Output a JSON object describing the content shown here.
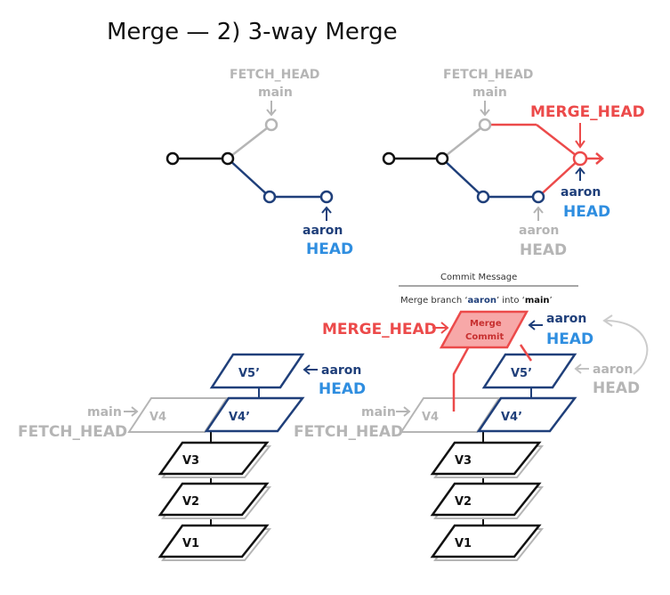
{
  "title": "Merge  — 2) 3-way Merge",
  "refs": {
    "fetch_head": "FETCH_HEAD",
    "main": "main",
    "aaron": "aaron",
    "head": "HEAD",
    "merge_head": "MERGE_HEAD"
  },
  "layers": {
    "v1": "V1",
    "v2": "V2",
    "v3": "V3",
    "v4": "V4",
    "v4p": "V4’",
    "v5p": "V5’"
  },
  "merge_commit": {
    "line1": "Merge",
    "line2": "Commit"
  },
  "commit_message": {
    "heading": "Commit Message",
    "prefix": "Merge branch ‘",
    "branch": "aaron",
    "middle": "’ into ‘",
    "target": "main",
    "suffix": "’"
  },
  "colors": {
    "black": "#111111",
    "gray": "#b5b5b5",
    "navy": "#1f3f7a",
    "blue": "#2f8ee0",
    "red": "#ec4a4a",
    "red_fill": "#f7a8a8"
  }
}
